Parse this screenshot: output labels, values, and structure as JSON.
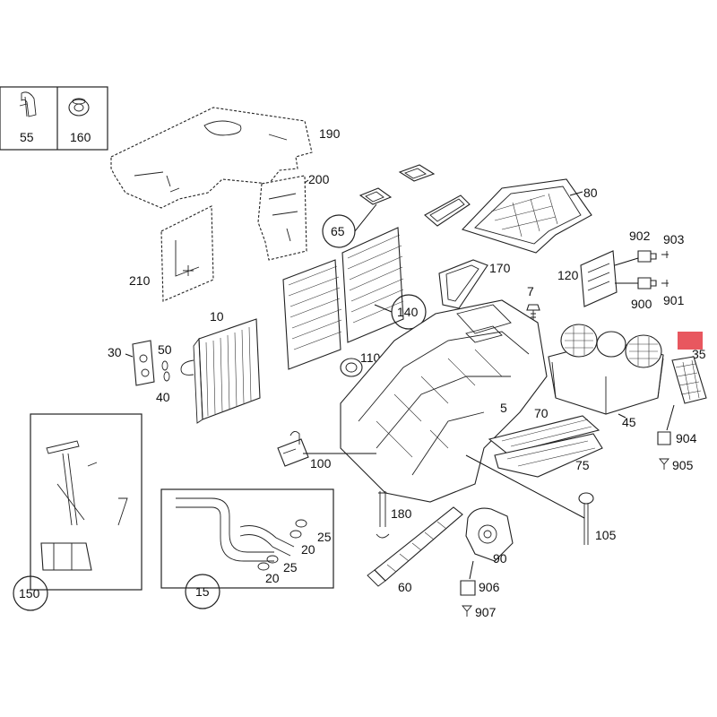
{
  "labels": {
    "p10": "10",
    "p15": "15",
    "p20a": "20",
    "p20b": "20",
    "p25a": "25",
    "p25b": "25",
    "p30": "30",
    "p35": "35",
    "p40": "40",
    "p45": "45",
    "p5": "5",
    "p50": "50",
    "p55": "55",
    "p60": "60",
    "p65": "65",
    "p7": "7",
    "p70": "70",
    "p75": "75",
    "p80": "80",
    "p90": "90",
    "p100": "100",
    "p105": "105",
    "p110": "110",
    "p120": "120",
    "p140": "140",
    "p150": "150",
    "p160": "160",
    "p170": "170",
    "p180": "180",
    "p190": "190",
    "p200": "200",
    "p210": "210",
    "p900": "900",
    "p901": "901",
    "p902": "902",
    "p903": "903",
    "p904": "904",
    "p905": "905",
    "p906": "906",
    "p907": "907"
  },
  "colors": {
    "highlight": "#e8575f",
    "line": "#222222",
    "background": "#ffffff"
  }
}
